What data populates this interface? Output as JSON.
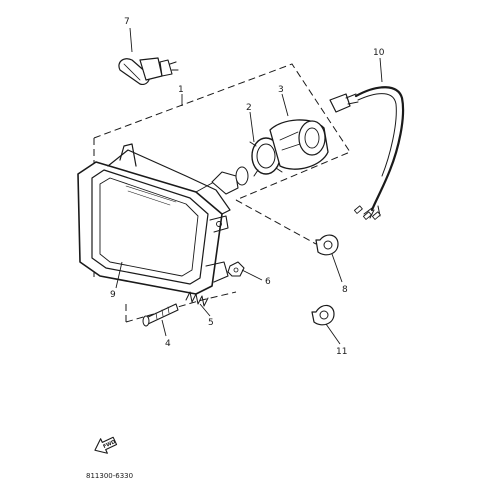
{
  "callouts": {
    "c1": "1",
    "c2": "2",
    "c3": "3",
    "c4": "4",
    "c5": "5",
    "c6": "6",
    "c7": "7",
    "c8": "8",
    "c9": "9",
    "c10": "10",
    "c11": "11"
  },
  "drawing_code": "811300-6330",
  "fwd_label": "FWD",
  "icons": [
    "fwd-arrow-icon"
  ],
  "colors": {
    "ink": "#1a1a1a",
    "paper": "#ffffff"
  }
}
